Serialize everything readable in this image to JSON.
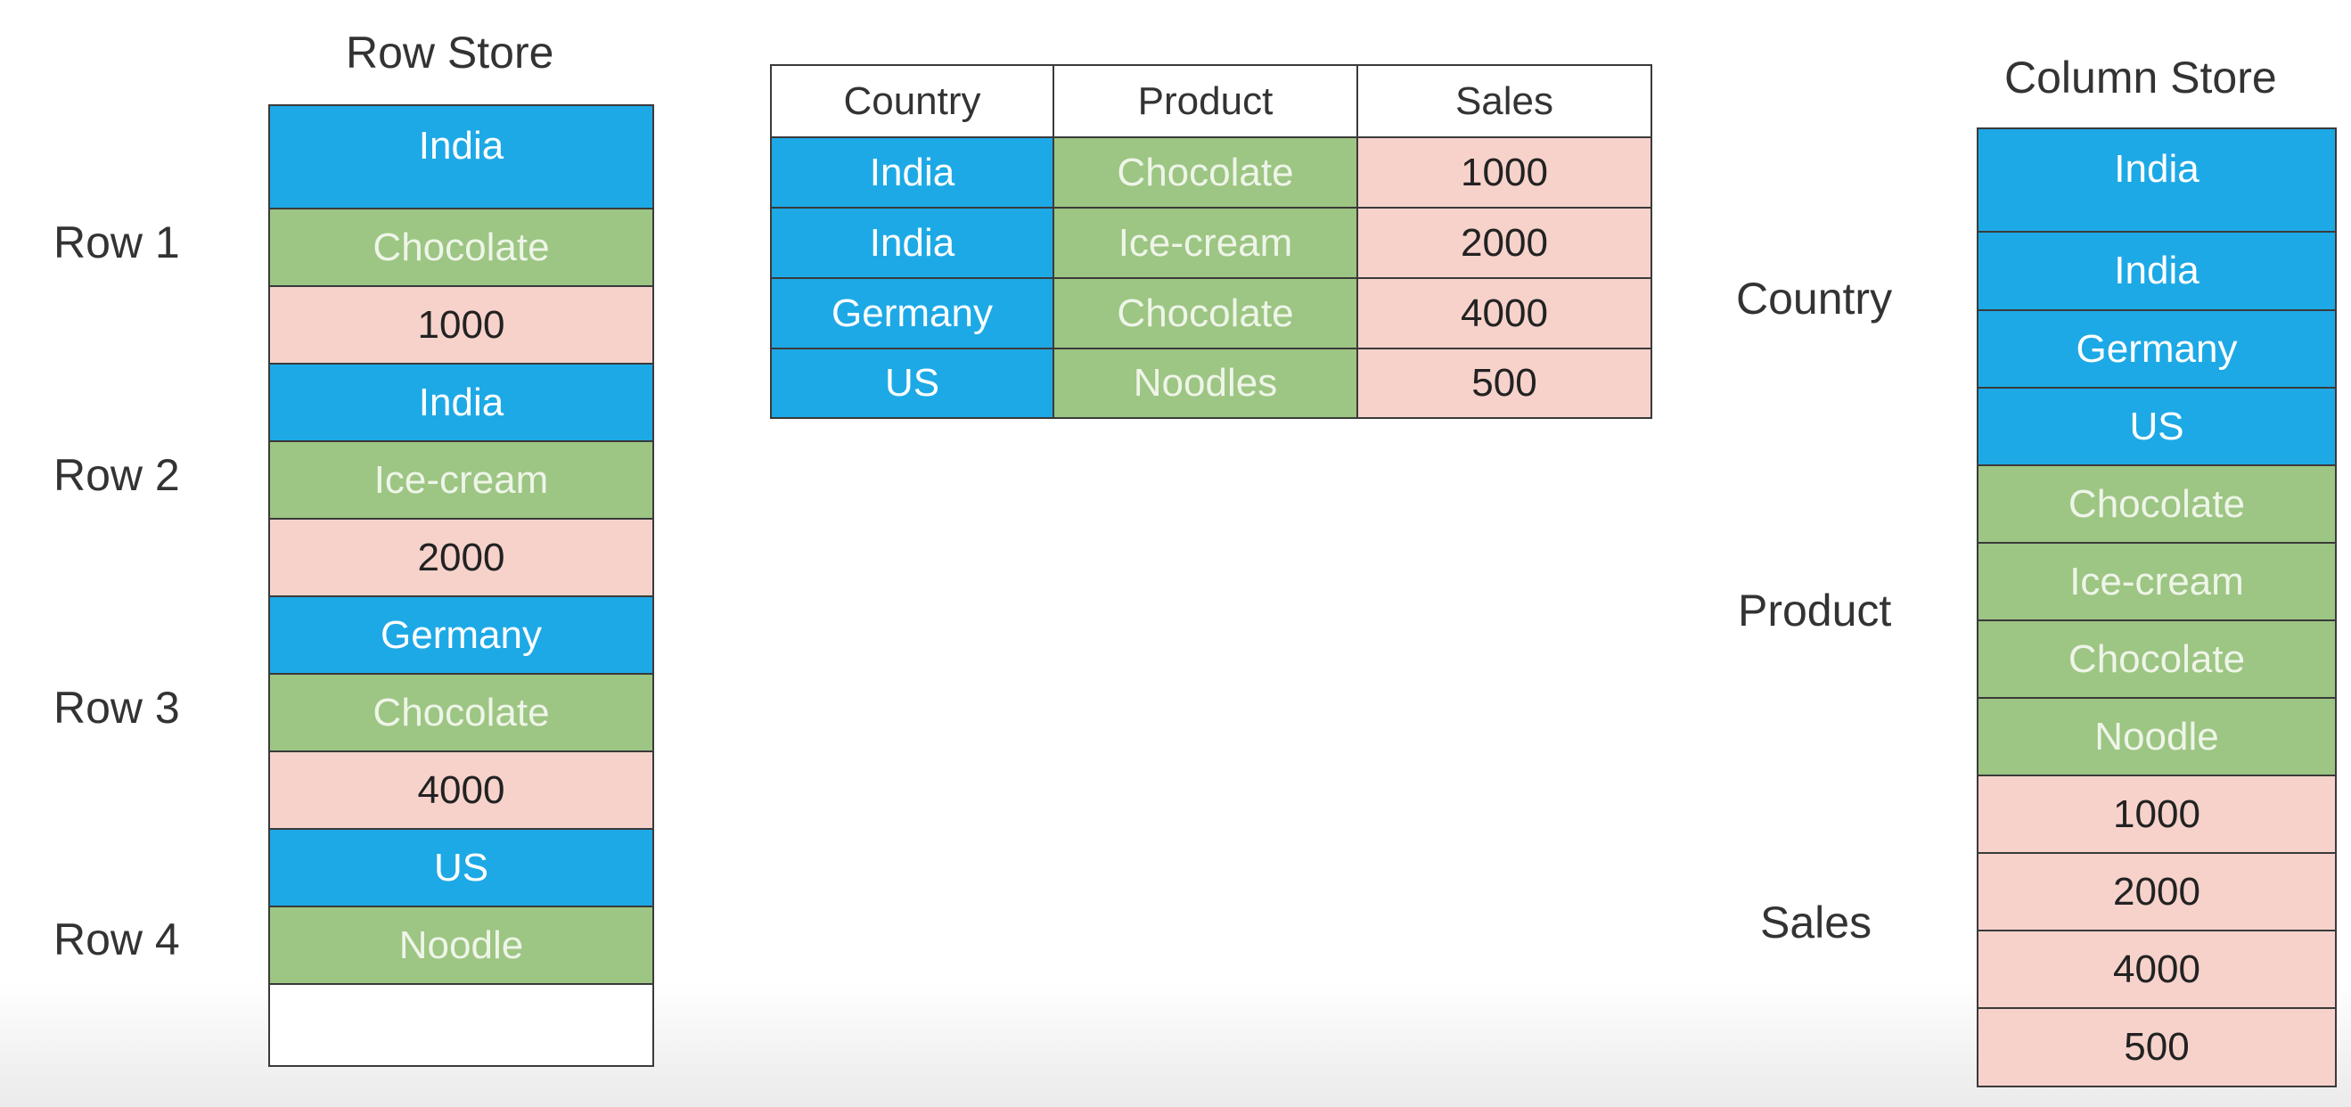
{
  "row_store": {
    "title": "Row Store",
    "row_labels": [
      "Row 1",
      "Row 2",
      "Row 3",
      "Row 4"
    ],
    "cells": [
      {
        "text": "India",
        "kind": "country"
      },
      {
        "text": "Chocolate",
        "kind": "product"
      },
      {
        "text": "1000",
        "kind": "sales"
      },
      {
        "text": "India",
        "kind": "country"
      },
      {
        "text": "Ice-cream",
        "kind": "product"
      },
      {
        "text": "2000",
        "kind": "sales"
      },
      {
        "text": "Germany",
        "kind": "country"
      },
      {
        "text": "Chocolate",
        "kind": "product"
      },
      {
        "text": "4000",
        "kind": "sales"
      },
      {
        "text": "US",
        "kind": "country"
      },
      {
        "text": "Noodle",
        "kind": "product"
      },
      {
        "text": "",
        "kind": "empty"
      }
    ]
  },
  "table": {
    "headers": [
      "Country",
      "Product",
      "Sales"
    ],
    "rows": [
      [
        "India",
        "Chocolate",
        "1000"
      ],
      [
        "India",
        "Ice-cream",
        "2000"
      ],
      [
        "Germany",
        "Chocolate",
        "4000"
      ],
      [
        "US",
        "Noodles",
        "500"
      ]
    ]
  },
  "column_store": {
    "title": "Column Store",
    "group_labels": [
      "Country",
      "Product",
      "Sales"
    ],
    "cells": [
      {
        "text": "India",
        "kind": "country"
      },
      {
        "text": "India",
        "kind": "country"
      },
      {
        "text": "Germany",
        "kind": "country"
      },
      {
        "text": "US",
        "kind": "country"
      },
      {
        "text": "Chocolate",
        "kind": "product"
      },
      {
        "text": "Ice-cream",
        "kind": "product"
      },
      {
        "text": "Chocolate",
        "kind": "product"
      },
      {
        "text": "Noodle",
        "kind": "product"
      },
      {
        "text": "1000",
        "kind": "sales"
      },
      {
        "text": "2000",
        "kind": "sales"
      },
      {
        "text": "4000",
        "kind": "sales"
      },
      {
        "text": "500",
        "kind": "sales"
      }
    ]
  },
  "colors": {
    "country": "#1da9e6",
    "product": "#9dc583",
    "sales": "#f6d2cb",
    "border": "#3a3a3a"
  }
}
